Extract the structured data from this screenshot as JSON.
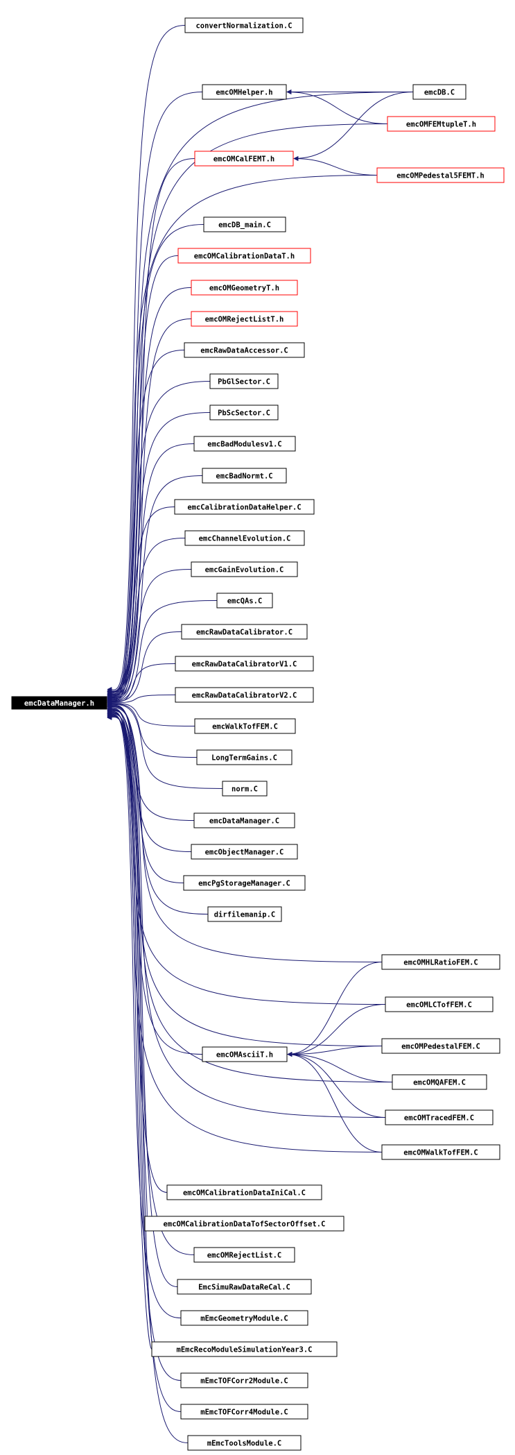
{
  "colors": {
    "edge": "#191970",
    "box_stroke": "#000000",
    "box_stroke_highlight": "#ff0000",
    "box_fill": "#ffffff",
    "root_fill": "#000000",
    "root_text": "#ffffff",
    "text": "#000000"
  },
  "root": {
    "label": "emcDataManager.h"
  },
  "nodes": [
    {
      "id": "convertNormalization",
      "label": "convertNormalization.C",
      "style": "normal"
    },
    {
      "id": "emcOMHelper",
      "label": "emcOMHelper.h",
      "style": "normal"
    },
    {
      "id": "emcDB",
      "label": "emcDB.C",
      "style": "normal"
    },
    {
      "id": "emcOMFEMtupleT",
      "label": "emcOMFEMtupleT.h",
      "style": "red"
    },
    {
      "id": "emcOMCalFEMT",
      "label": "emcOMCalFEMT.h",
      "style": "red"
    },
    {
      "id": "emcOMPedestal5FEMT",
      "label": "emcOMPedestal5FEMT.h",
      "style": "red"
    },
    {
      "id": "emcDB_main",
      "label": "emcDB_main.C",
      "style": "normal"
    },
    {
      "id": "emcOMCalibrationDataT",
      "label": "emcOMCalibrationDataT.h",
      "style": "red"
    },
    {
      "id": "emcOMGeometryT",
      "label": "emcOMGeometryT.h",
      "style": "red"
    },
    {
      "id": "emcOMRejectListT",
      "label": "emcOMRejectListT.h",
      "style": "red"
    },
    {
      "id": "emcRawDataAccessor",
      "label": "emcRawDataAccessor.C",
      "style": "normal"
    },
    {
      "id": "PbGlSector",
      "label": "PbGlSector.C",
      "style": "normal"
    },
    {
      "id": "PbScSector",
      "label": "PbScSector.C",
      "style": "normal"
    },
    {
      "id": "emcBadModulesv1",
      "label": "emcBadModulesv1.C",
      "style": "normal"
    },
    {
      "id": "emcBadNormt",
      "label": "emcBadNormt.C",
      "style": "normal"
    },
    {
      "id": "emcCalibrationDataHelper",
      "label": "emcCalibrationDataHelper.C",
      "style": "normal"
    },
    {
      "id": "emcChannelEvolution",
      "label": "emcChannelEvolution.C",
      "style": "normal"
    },
    {
      "id": "emcGainEvolution",
      "label": "emcGainEvolution.C",
      "style": "normal"
    },
    {
      "id": "emcQAs",
      "label": "emcQAs.C",
      "style": "normal"
    },
    {
      "id": "emcRawDataCalibrator",
      "label": "emcRawDataCalibrator.C",
      "style": "normal"
    },
    {
      "id": "emcRawDataCalibratorV1",
      "label": "emcRawDataCalibratorV1.C",
      "style": "normal"
    },
    {
      "id": "emcRawDataCalibratorV2",
      "label": "emcRawDataCalibratorV2.C",
      "style": "normal"
    },
    {
      "id": "emcWalkTofFEM",
      "label": "emcWalkTofFEM.C",
      "style": "normal"
    },
    {
      "id": "LongTermGains",
      "label": "LongTermGains.C",
      "style": "normal"
    },
    {
      "id": "norm",
      "label": "norm.C",
      "style": "normal"
    },
    {
      "id": "emcDataManagerC",
      "label": "emcDataManager.C",
      "style": "normal"
    },
    {
      "id": "emcObjectManager",
      "label": "emcObjectManager.C",
      "style": "normal"
    },
    {
      "id": "emcPgStorageManager",
      "label": "emcPgStorageManager.C",
      "style": "normal"
    },
    {
      "id": "dirfilemanip",
      "label": "dirfilemanip.C",
      "style": "normal"
    },
    {
      "id": "emcOMHLRatioFEM",
      "label": "emcOMHLRatioFEM.C",
      "style": "normal"
    },
    {
      "id": "emcOMLCTofFEM",
      "label": "emcOMLCTofFEM.C",
      "style": "normal"
    },
    {
      "id": "emcOMAsciiT",
      "label": "emcOMAsciiT.h",
      "style": "normal"
    },
    {
      "id": "emcOMPedestalFEM",
      "label": "emcOMPedestalFEM.C",
      "style": "normal"
    },
    {
      "id": "emcOMQAFEM",
      "label": "emcOMQAFEM.C",
      "style": "normal"
    },
    {
      "id": "emcOMTracedFEM",
      "label": "emcOMTracedFEM.C",
      "style": "normal"
    },
    {
      "id": "emcOMWalkTofFEM",
      "label": "emcOMWalkTofFEM.C",
      "style": "normal"
    },
    {
      "id": "emcOMCalibrationDataIniCal",
      "label": "emcOMCalibrationDataIniCal.C",
      "style": "normal"
    },
    {
      "id": "emcOMCalibrationDataTofSectorOffset",
      "label": "emcOMCalibrationDataTofSectorOffset.C",
      "style": "normal"
    },
    {
      "id": "emcOMRejectList",
      "label": "emcOMRejectList.C",
      "style": "normal"
    },
    {
      "id": "EmcSimuRawDataReCal",
      "label": "EmcSimuRawDataReCal.C",
      "style": "normal"
    },
    {
      "id": "mEmcGeometryModule",
      "label": "mEmcGeometryModule.C",
      "style": "normal"
    },
    {
      "id": "mEmcRecoModuleSimulationYear3",
      "label": "mEmcRecoModuleSimulationYear3.C",
      "style": "normal"
    },
    {
      "id": "mEmcTOFCorr2Module",
      "label": "mEmcTOFCorr2Module.C",
      "style": "normal"
    },
    {
      "id": "mEmcTOFCorr4Module",
      "label": "mEmcTOFCorr4Module.C",
      "style": "normal"
    },
    {
      "id": "mEmcToolsModule",
      "label": "mEmcToolsModule.C",
      "style": "normal"
    }
  ],
  "edges": [
    {
      "from": "emcOMHelper",
      "to": "emcDataManager.h"
    },
    {
      "from": "emcOMCalFEMT",
      "to": "emcDataManager.h"
    },
    {
      "from": "emcOMAsciiT",
      "to": "emcDataManager.h"
    },
    {
      "from": "emcDB",
      "to": "emcOMHelper"
    },
    {
      "from": "emcOMFEMtupleT",
      "to": "emcOMHelper"
    },
    {
      "from": "emcDB",
      "to": "emcOMCalFEMT"
    },
    {
      "from": "emcOMPedestal5FEMT",
      "to": "emcOMCalFEMT"
    },
    {
      "from": "emcOMHLRatioFEM",
      "to": "emcOMAsciiT"
    },
    {
      "from": "emcOMLCTofFEM",
      "to": "emcOMAsciiT"
    },
    {
      "from": "emcOMPedestalFEM",
      "to": "emcOMAsciiT"
    },
    {
      "from": "emcOMQAFEM",
      "to": "emcOMAsciiT"
    },
    {
      "from": "emcOMTracedFEM",
      "to": "emcOMAsciiT"
    },
    {
      "from": "emcOMWalkTofFEM",
      "to": "emcOMAsciiT"
    }
  ]
}
